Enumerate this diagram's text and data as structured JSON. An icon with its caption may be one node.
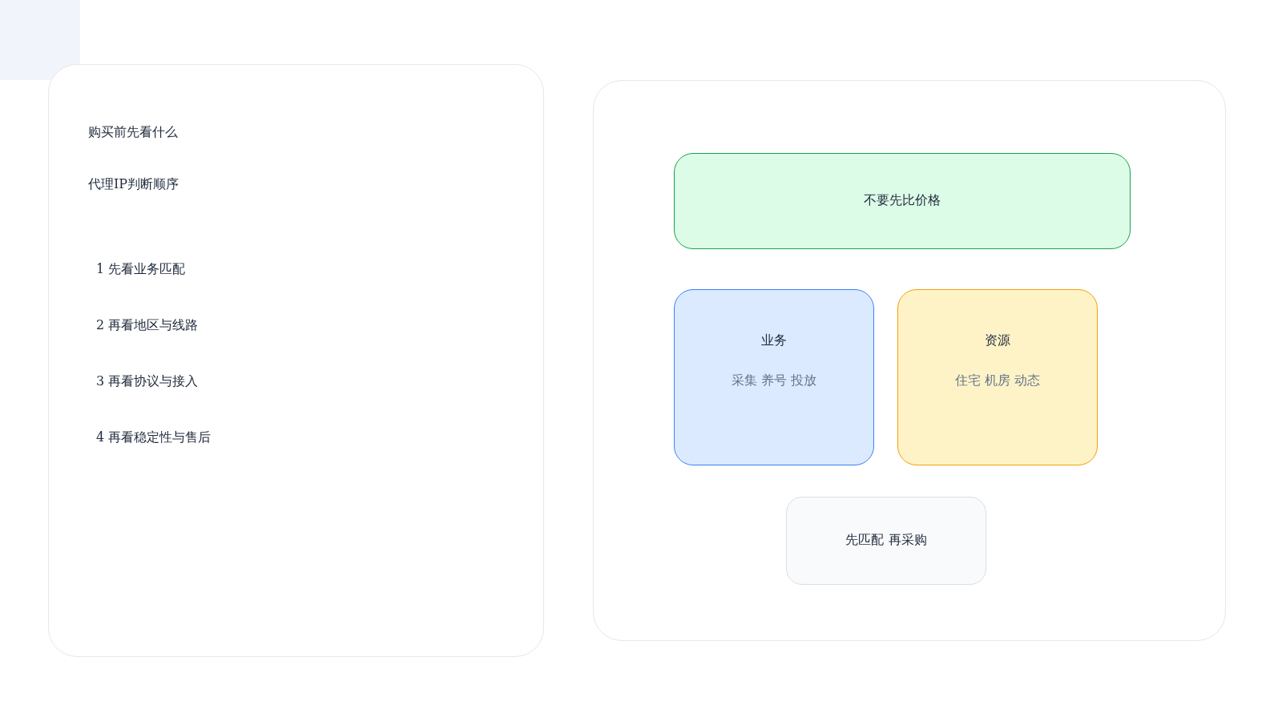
{
  "diagram": {
    "nodes": [
      {
        "text": [
          "购买前先看什么",
          "代理IP判断顺序",
          "1  先看业务匹配",
          "2  再看地区与线路",
          "3  再看协议与接入",
          "4  再看稳定性与售后"
        ]
      },
      {
        "text": [],
        "shape": "box"
      },
      {
        "text": [
          "不要先比价格"
        ],
        "in": 1
      },
      {
        "text": [
          "业务",
          "采集 养号 投放"
        ],
        "in": 1
      },
      {
        "text": [
          "资源",
          "住宅 机房 动态"
        ],
        "in": 1
      },
      {
        "text": [
          "先匹配 再采购"
        ],
        "in": 1
      }
    ],
    "edges": []
  }
}
